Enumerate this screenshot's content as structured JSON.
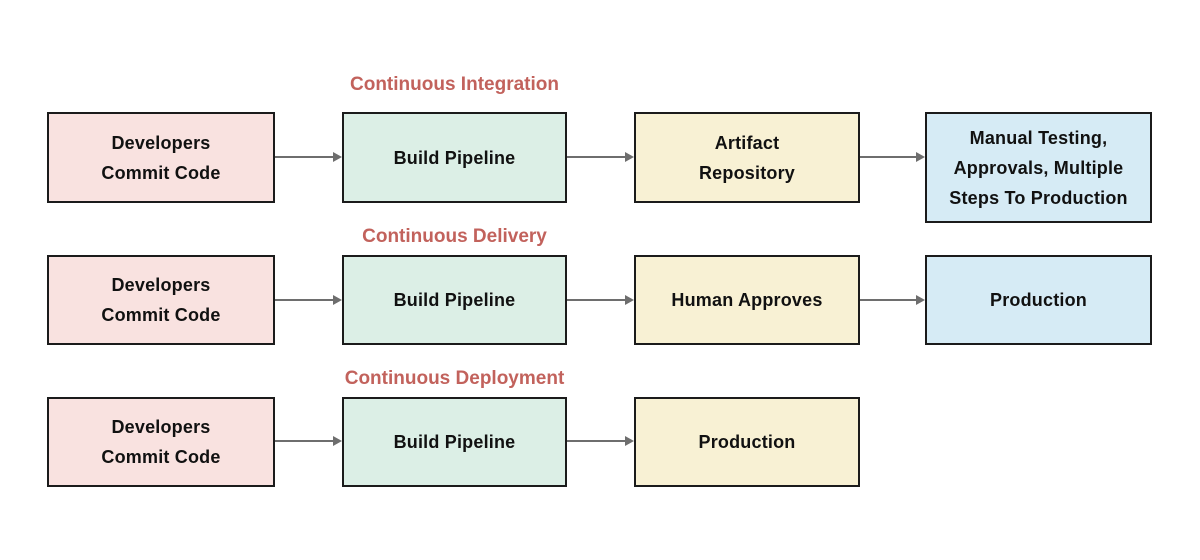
{
  "diagram": {
    "colors": {
      "stage_commit_pink": "#F9E2E0",
      "stage_build_mint": "#DCEFE6",
      "stage_mid_cream": "#F8F1D4",
      "stage_end_blue": "#D6EBF5",
      "row_title_red": "#C2625C",
      "arrow_gray": "#6E6E6E",
      "box_border": "#1b1b1b"
    },
    "rows": [
      {
        "title": "Continuous Integration",
        "boxes": [
          {
            "label": "Developers\nCommit Code",
            "color": "#F9E2E0"
          },
          {
            "label": "Build Pipeline",
            "color": "#DCEFE6"
          },
          {
            "label": "Artifact\nRepository",
            "color": "#F8F1D4"
          },
          {
            "label": "Manual Testing,\nApprovals, Multiple\nSteps To Production",
            "color": "#D6EBF5"
          }
        ]
      },
      {
        "title": "Continuous Delivery",
        "boxes": [
          {
            "label": "Developers\nCommit Code",
            "color": "#F9E2E0"
          },
          {
            "label": "Build Pipeline",
            "color": "#DCEFE6"
          },
          {
            "label": "Human Approves",
            "color": "#F8F1D4"
          },
          {
            "label": "Production",
            "color": "#D6EBF5"
          }
        ]
      },
      {
        "title": "Continuous Deployment",
        "boxes": [
          {
            "label": "Developers\nCommit Code",
            "color": "#F9E2E0"
          },
          {
            "label": "Build Pipeline",
            "color": "#DCEFE6"
          },
          {
            "label": "Production",
            "color": "#F8F1D4"
          }
        ]
      }
    ]
  }
}
